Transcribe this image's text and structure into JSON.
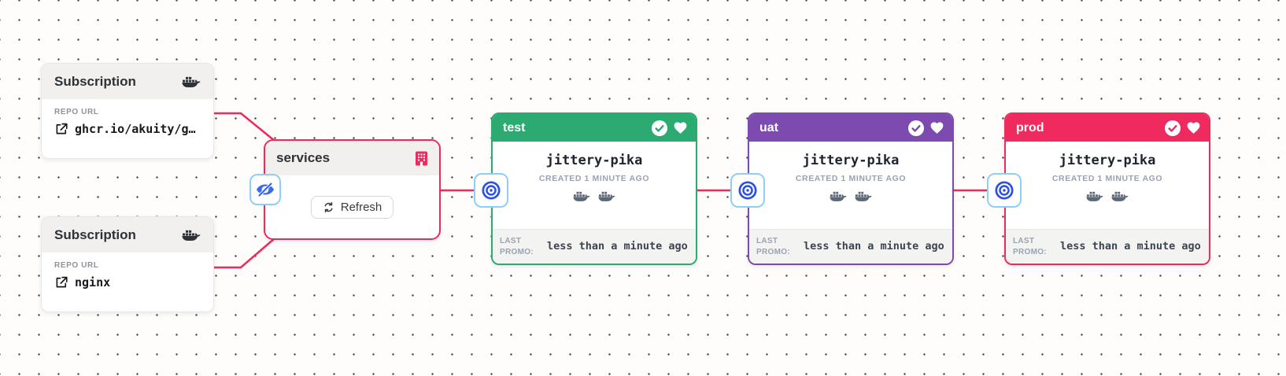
{
  "colors": {
    "edge": "#ec2a5b",
    "badge_border": "#8ecff6",
    "target_blue": "#2b50e3",
    "eye_blue": "#3a6ae8",
    "header_bg": "#f1f0ee",
    "docker_gray": "#5c6878"
  },
  "subscriptions": [
    {
      "title": "Subscription",
      "icon": "docker-icon",
      "repo_label": "REPO URL",
      "repo_url": "ghcr.io/akuity/g…"
    },
    {
      "title": "Subscription",
      "icon": "docker-icon",
      "repo_label": "REPO URL",
      "repo_url": "nginx"
    }
  ],
  "warehouse": {
    "title": "services",
    "icon": "warehouse-building-icon",
    "refresh_label": "Refresh"
  },
  "stages": [
    {
      "name": "test",
      "color": "#2bab71",
      "app_name": "jittery-pika",
      "created": "CREATED 1 MINUTE AGO",
      "last_promo_label": "LAST PROMO:",
      "last_promo": "less than a minute ago"
    },
    {
      "name": "uat",
      "color": "#7d4bb0",
      "app_name": "jittery-pika",
      "created": "CREATED 1 MINUTE AGO",
      "last_promo_label": "LAST PROMO:",
      "last_promo": "less than a minute ago"
    },
    {
      "name": "prod",
      "color": "#ee2a5e",
      "app_name": "jittery-pika",
      "created": "CREATED 1 MINUTE AGO",
      "last_promo_label": "LAST PROMO:",
      "last_promo": "less than a minute ago"
    }
  ]
}
